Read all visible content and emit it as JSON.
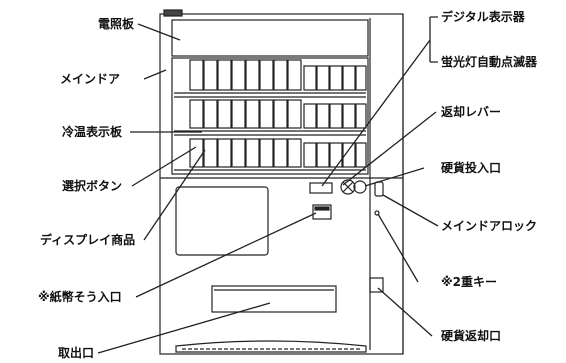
{
  "labels_left": {
    "display_board": "電照板",
    "main_door": "メインドア",
    "temp_indicator_board": "冷温表示板",
    "selection_button": "選択ボタン",
    "display_products": "ディスプレイ商品",
    "bill_slot": "※紙幣そう入口",
    "take_out_port": "取出口"
  },
  "labels_right": {
    "digital_display": "デジタル表示器",
    "fluorescent_auto_flasher": "蛍光灯自動点滅器",
    "return_lever": "返却レバー",
    "coin_slot": "硬貨投入口",
    "main_door_lock": "メインドアロック",
    "double_key": "※2重キー",
    "coin_return_port": "硬貨返却口"
  },
  "colors": {
    "line": "#222222",
    "paper": "#ffffff"
  }
}
